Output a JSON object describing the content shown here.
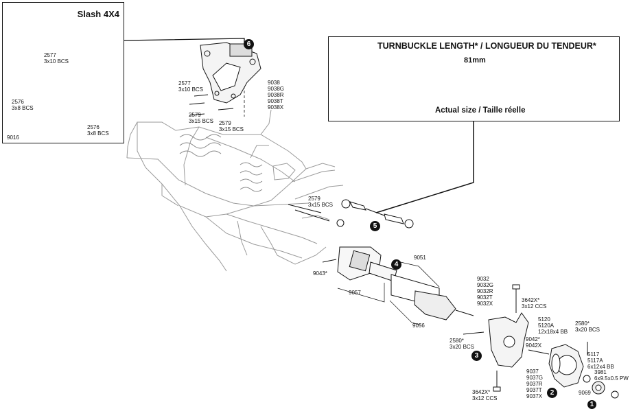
{
  "inset": {
    "title": "Slash 4X4",
    "part_number": "9016",
    "labels": [
      {
        "id": "ins_2577",
        "text": "2577\n3x10 BCS"
      },
      {
        "id": "ins_2576a",
        "text": "2576\n3x8 BCS"
      },
      {
        "id": "ins_2576b",
        "text": "2576\n3x8 BCS"
      }
    ]
  },
  "callout": {
    "title": "TURNBUCKLE LENGTH* / LONGUEUR DU TENDEUR*",
    "dimension": "81mm",
    "subtitle": "Actual size / Taille réelle"
  },
  "labels": [
    {
      "id": "l_2577",
      "text": "2577\n3x10 BCS"
    },
    {
      "id": "l_9038",
      "text": "9038\n9038G\n9038R\n9038T\n9038X"
    },
    {
      "id": "l_2579a",
      "text": "2579\n3x15 BCS"
    },
    {
      "id": "l_2579b",
      "text": "2579\n3x15 BCS"
    },
    {
      "id": "l_2579c",
      "text": "2579\n3x15 BCS"
    },
    {
      "id": "l_9051",
      "text": "9051"
    },
    {
      "id": "l_9043",
      "text": "9043*"
    },
    {
      "id": "l_9057",
      "text": "9057"
    },
    {
      "id": "l_9056",
      "text": "9056"
    },
    {
      "id": "l_9032",
      "text": "9032\n9032G\n9032R\n9032T\n9032X"
    },
    {
      "id": "l_3642a",
      "text": "3642X*\n3x12 CCS"
    },
    {
      "id": "l_5120",
      "text": "5120\n5120A\n12x18x4 BB"
    },
    {
      "id": "l_2580a",
      "text": "2580*\n3x20 BCS"
    },
    {
      "id": "l_2580b",
      "text": "2580*\n3x20 BCS"
    },
    {
      "id": "l_9042",
      "text": "9042*\n9042X"
    },
    {
      "id": "l_5117",
      "text": "5117\n5117A\n6x12x4 BB"
    },
    {
      "id": "l_3981",
      "text": "3981\n6x9.5x0.5 PW"
    },
    {
      "id": "l_9037",
      "text": "9037\n9037G\n9037R\n9037T\n9037X"
    },
    {
      "id": "l_3642b",
      "text": "3642X*\n3x12 CCS"
    },
    {
      "id": "l_9069",
      "text": "9069"
    }
  ],
  "steps": [
    "1",
    "2",
    "3",
    "4",
    "5",
    "6"
  ]
}
